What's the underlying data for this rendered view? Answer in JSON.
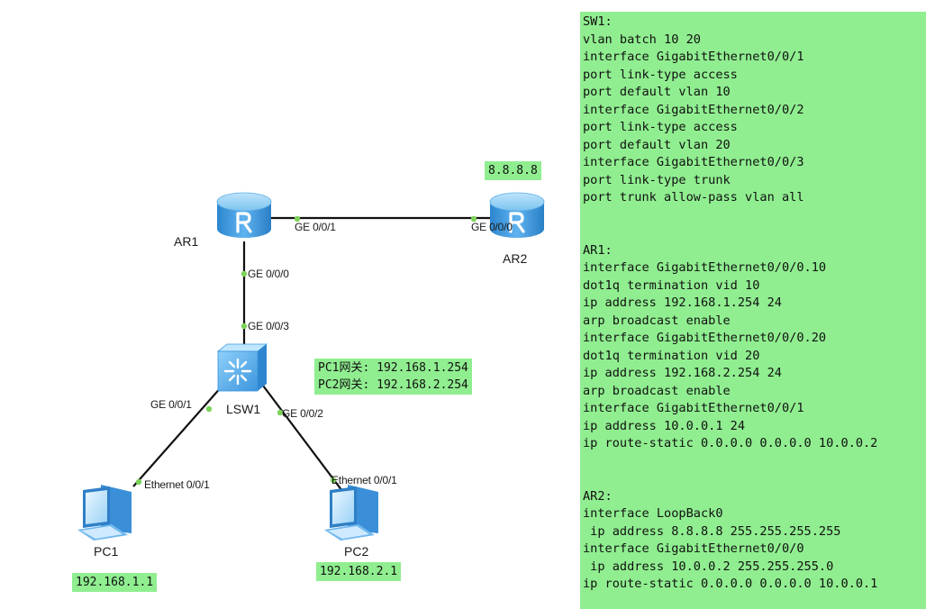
{
  "devices": {
    "ar1": "AR1",
    "ar2": "AR2",
    "lsw1": "LSW1",
    "pc1": "PC1",
    "pc2": "PC2"
  },
  "ports": {
    "ar1_ge001": "GE 0/0/1",
    "ar2_ge000": "GE 0/0/0",
    "ar1_ge000": "GE 0/0/0",
    "lsw1_ge003": "GE 0/0/3",
    "lsw1_ge001": "GE 0/0/1",
    "lsw1_ge002": "GE 0/0/2",
    "pc1_eth": "Ethernet 0/0/1",
    "pc2_eth": "Ethernet 0/0/1"
  },
  "notes": {
    "ar2_loopback": "8.8.8.8",
    "gateway_pc1": "PC1网关: 192.168.1.254",
    "gateway_pc2": "PC2网关: 192.168.2.254",
    "pc1_ip": "192.168.1.1",
    "pc2_ip": "192.168.2.1"
  },
  "config_lines": [
    "SW1:",
    "vlan batch 10 20",
    "interface GigabitEthernet0/0/1",
    "port link-type access",
    "port default vlan 10",
    "interface GigabitEthernet0/0/2",
    "port link-type access",
    "port default vlan 20",
    "interface GigabitEthernet0/0/3",
    "port link-type trunk",
    "port trunk allow-pass vlan all",
    "",
    "",
    "AR1:",
    "interface GigabitEthernet0/0/0.10",
    "dot1q termination vid 10",
    "ip address 192.168.1.254 24",
    "arp broadcast enable",
    "interface GigabitEthernet0/0/0.20",
    "dot1q termination vid 20",
    "ip address 192.168.2.254 24",
    "arp broadcast enable",
    "interface GigabitEthernet0/0/1",
    "ip address 10.0.0.1 24",
    "ip route-static 0.0.0.0 0.0.0.0 10.0.0.2",
    "",
    "",
    "AR2:",
    "interface LoopBack0",
    " ip address 8.8.8.8 255.255.255.255",
    "interface GigabitEthernet0/0/0",
    " ip address 10.0.0.2 255.255.255.0",
    "ip route-static 0.0.0.0 0.0.0.0 10.0.0.1"
  ],
  "colors": {
    "note_bg": "#90ee90",
    "link": "#111111",
    "port_dot": "#7dd45a",
    "router_blue": "#3d9be0",
    "switch_blue": "#4aa8e8"
  },
  "icons": {
    "router": "router-icon",
    "switch": "switch-icon",
    "pc": "pc-icon"
  }
}
